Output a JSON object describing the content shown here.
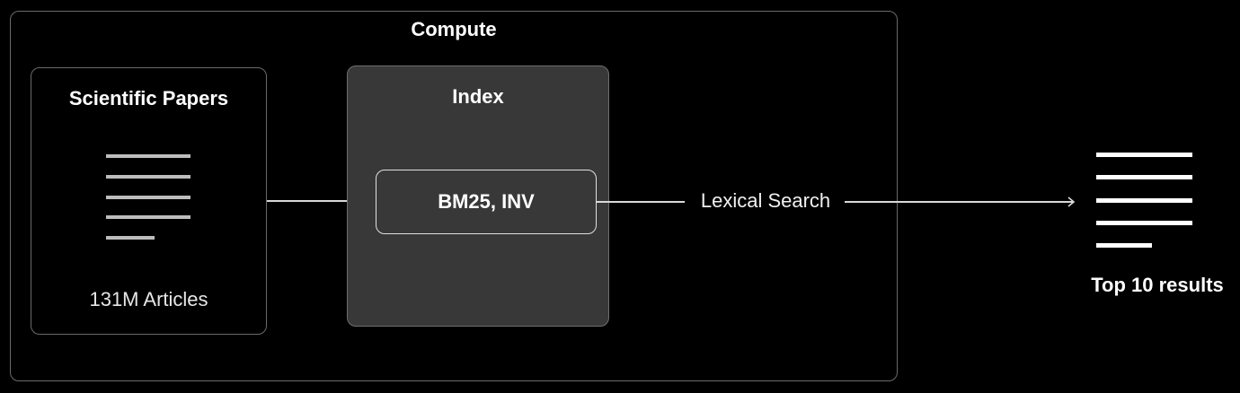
{
  "compute": {
    "title": "Compute"
  },
  "papers": {
    "title": "Scientific Papers",
    "count_label": "131M Articles"
  },
  "index": {
    "title": "Index",
    "method_label": "BM25, INV"
  },
  "connector": {
    "label": "Lexical Search"
  },
  "results": {
    "title": "Top 10 results"
  },
  "colors": {
    "background": "#000000",
    "index_fill": "#383838",
    "border": "#6a6a6a",
    "text": "#ffffff"
  },
  "icons": [
    "document-lines-icon",
    "results-list-icon",
    "arrow-right-icon"
  ]
}
